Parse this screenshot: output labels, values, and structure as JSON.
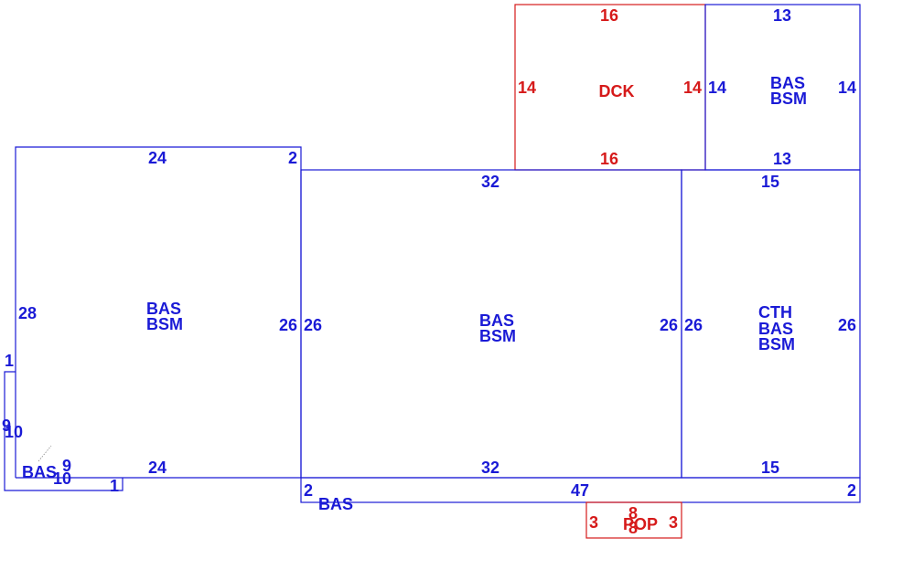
{
  "colors": {
    "bas": "#1a1ad6",
    "attach": "#d61a1a"
  },
  "deck": {
    "code": "DCK",
    "top": "16",
    "bottom": "16",
    "left": "14",
    "right": "14"
  },
  "ne_room": {
    "code1": "BAS",
    "code2": "BSM",
    "top": "13",
    "bottom": "13",
    "left": "14",
    "right": "14"
  },
  "left_room": {
    "code1": "BAS",
    "code2": "BSM",
    "top": "24",
    "top_jog": "2",
    "bottom": "24",
    "left": "28",
    "right": "26"
  },
  "center_room": {
    "code1": "BAS",
    "code2": "BSM",
    "top": "32",
    "bottom": "32",
    "left": "26",
    "right": "26"
  },
  "right_room": {
    "code1": "CTH",
    "code2": "BAS",
    "code3": "BSM",
    "top": "15",
    "bottom": "15",
    "left": "26",
    "right": "26"
  },
  "strip": {
    "code": "BAS",
    "top": "47",
    "left": "2",
    "right": "2"
  },
  "small_sw": {
    "code": "BAS",
    "top": "1",
    "left_a": "9",
    "left_b": "10",
    "inner_a": "9",
    "inner_b": "10",
    "right": "1"
  },
  "porch": {
    "code": "POP",
    "left": "3",
    "right": "3",
    "top": "8",
    "bottom": "8"
  }
}
